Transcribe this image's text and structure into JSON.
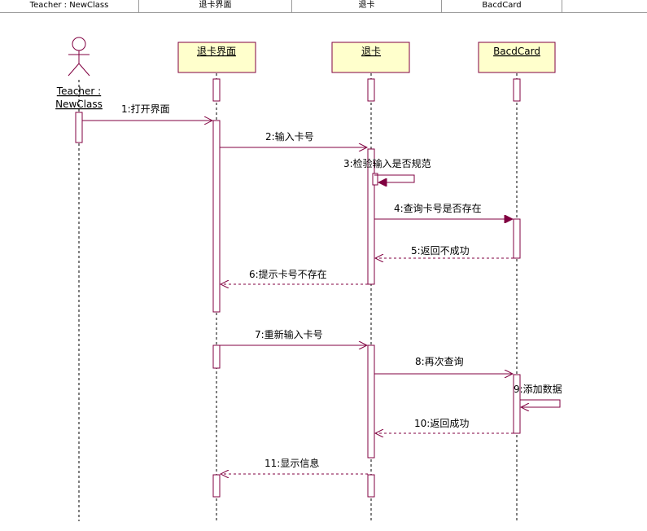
{
  "header": {
    "columns": [
      "Teacher : NewClass",
      "退卡界面",
      "退卡",
      "BacdCard"
    ]
  },
  "colors": {
    "line": "#800040",
    "box_fill": "#ffffcc",
    "lifeline": "#000000"
  },
  "actor": {
    "name_line1": "Teacher :",
    "name_line2": "NewClass",
    "icon": "stick-figure-actor-icon"
  },
  "objects": [
    {
      "id": "ui",
      "label": "退卡界面"
    },
    {
      "id": "ctrl",
      "label": "退卡"
    },
    {
      "id": "card",
      "label": "BacdCard"
    }
  ],
  "messages": [
    {
      "label": "1:打开界面",
      "from": "Teacher",
      "to": "退卡界面",
      "kind": "call"
    },
    {
      "label": "2:输入卡号",
      "from": "退卡界面",
      "to": "退卡",
      "kind": "call"
    },
    {
      "label": "3:检验输入是否规范",
      "from": "退卡",
      "to": "退卡",
      "kind": "self-sync"
    },
    {
      "label": "4:查询卡号是否存在",
      "from": "退卡",
      "to": "BacdCard",
      "kind": "sync"
    },
    {
      "label": "5:返回不成功",
      "from": "BacdCard",
      "to": "退卡",
      "kind": "return"
    },
    {
      "label": "6:提示卡号不存在",
      "from": "退卡",
      "to": "退卡界面",
      "kind": "return"
    },
    {
      "label": "7:重新输入卡号",
      "from": "退卡界面",
      "to": "退卡",
      "kind": "call"
    },
    {
      "label": "8:再次查询",
      "from": "退卡",
      "to": "BacdCard",
      "kind": "call"
    },
    {
      "label": "9:添加数据",
      "from": "BacdCard",
      "to": "BacdCard",
      "kind": "self-call"
    },
    {
      "label": "10:返回成功",
      "from": "BacdCard",
      "to": "退卡",
      "kind": "return"
    },
    {
      "label": "11:显示信息",
      "from": "退卡",
      "to": "退卡界面",
      "kind": "return"
    }
  ]
}
